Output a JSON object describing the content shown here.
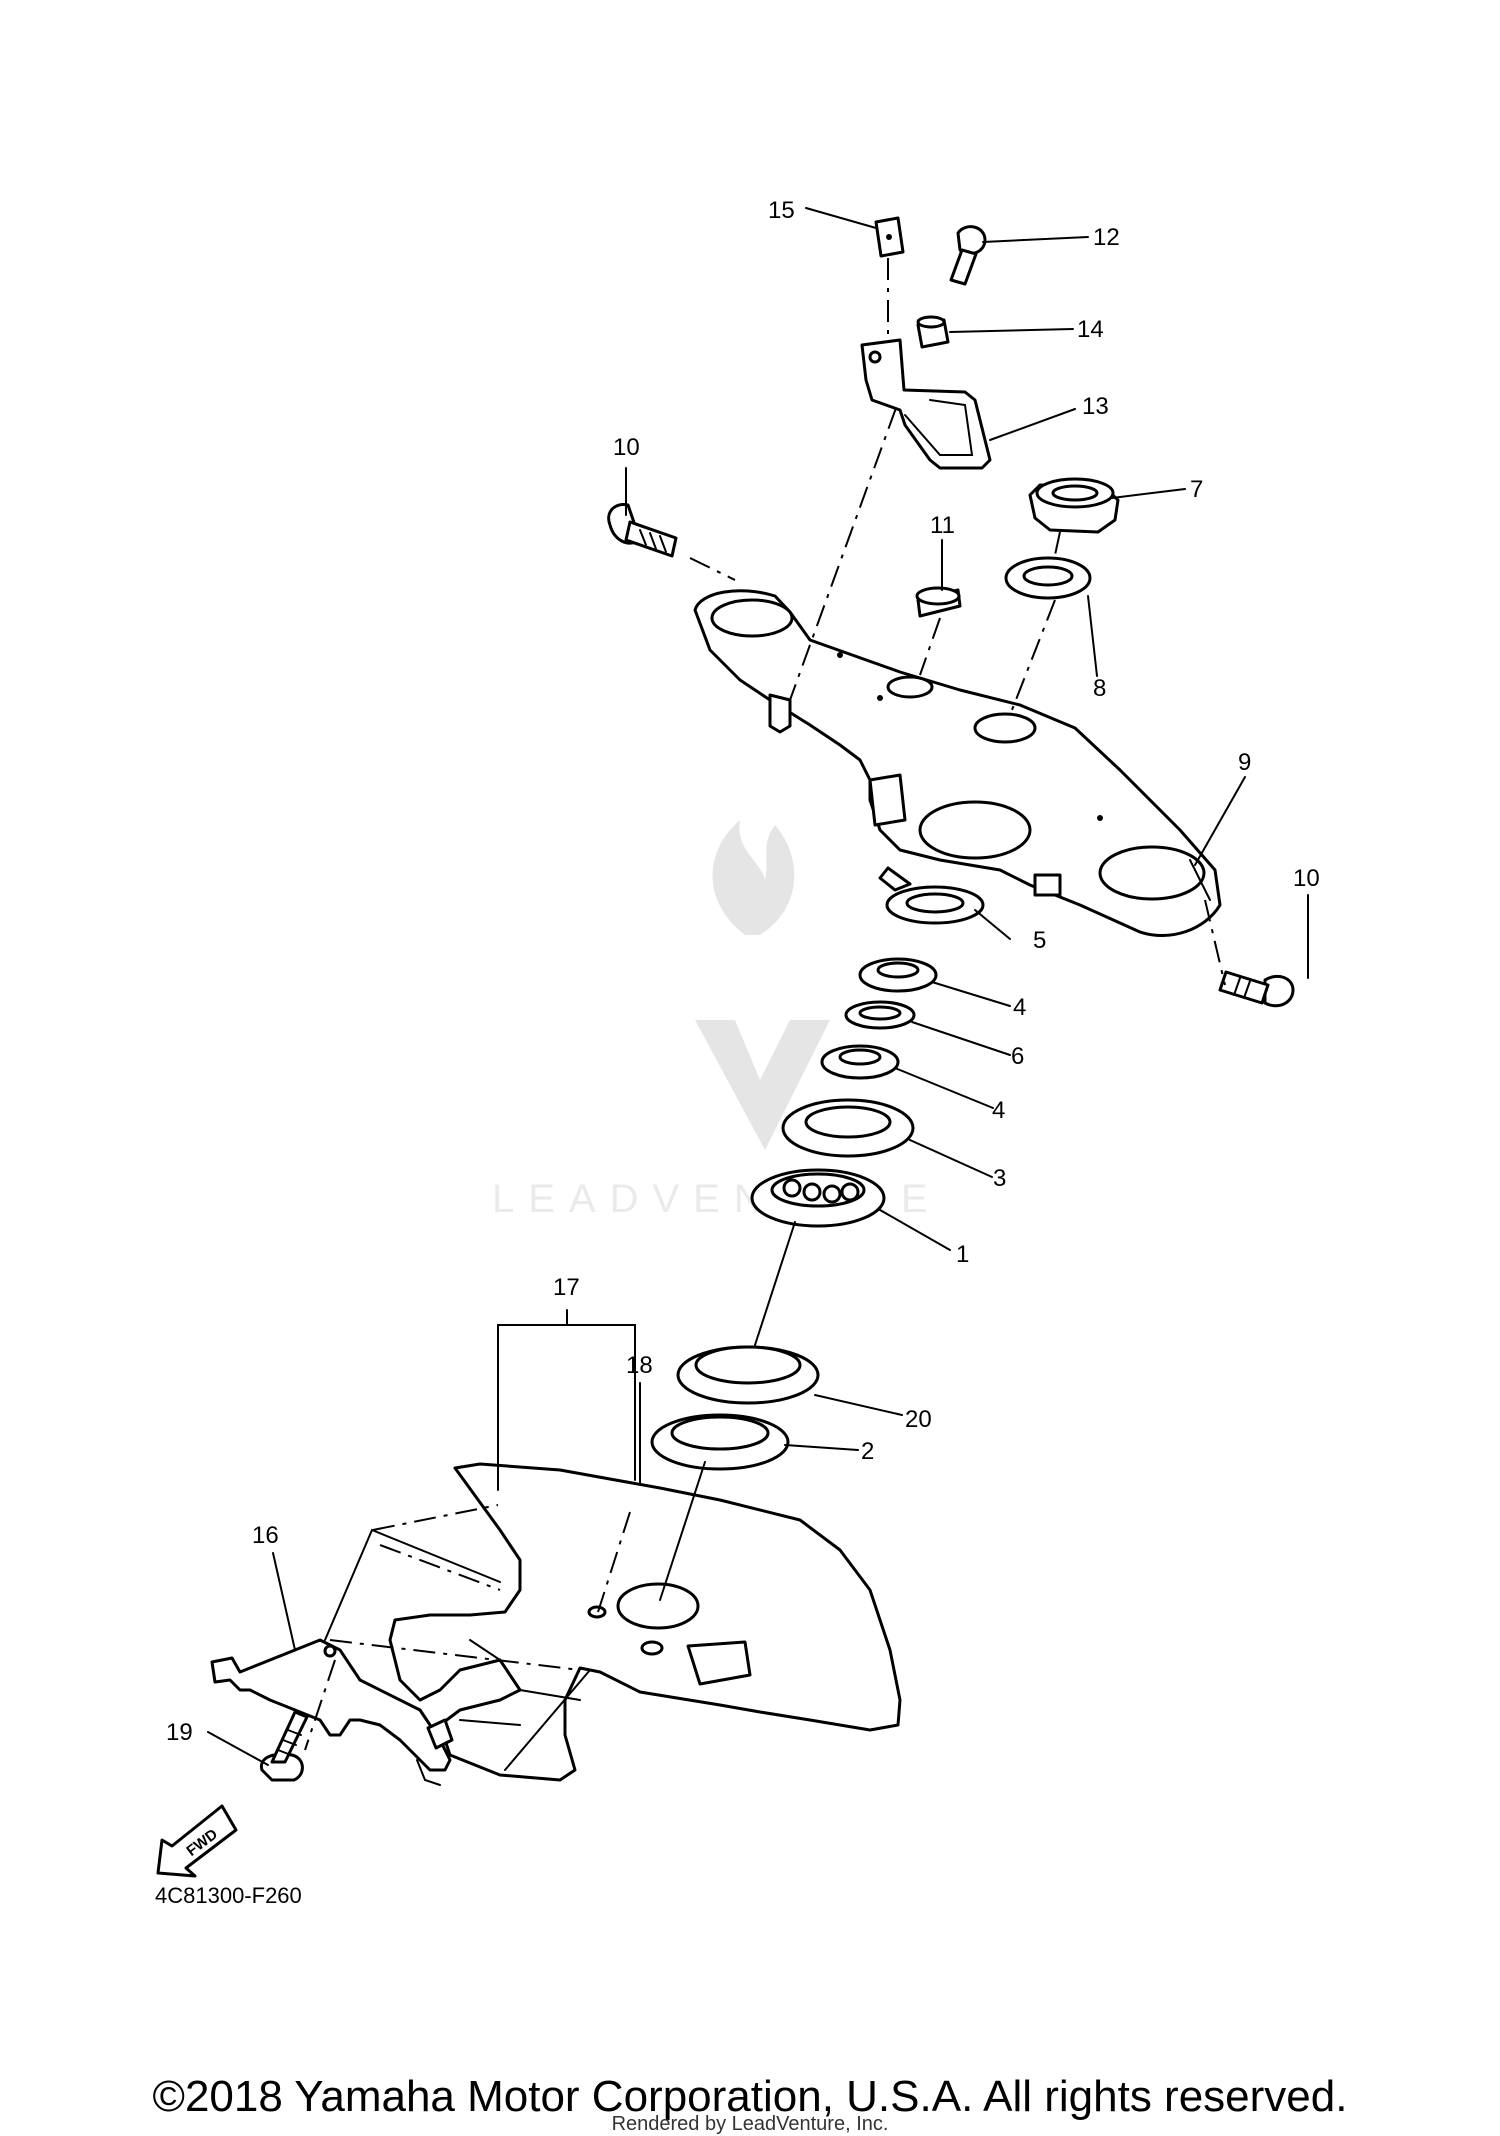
{
  "diagram": {
    "callouts": [
      "1",
      "2",
      "3",
      "4",
      "4",
      "5",
      "6",
      "7",
      "8",
      "9",
      "10",
      "10",
      "11",
      "12",
      "13",
      "14",
      "15",
      "16",
      "17",
      "18",
      "19",
      "20"
    ],
    "fwd_label": "FWD",
    "drawing_code": "4C81300-F260",
    "watermark": "LEADVENTURE"
  },
  "footer": {
    "copyright": "©2018 Yamaha Motor Corporation, U.S.A. All rights reserved.",
    "rendered_by": "Rendered by LeadVenture, Inc."
  }
}
